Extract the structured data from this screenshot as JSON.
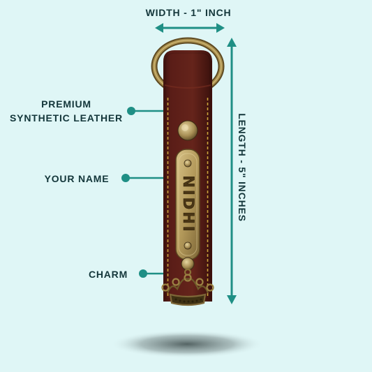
{
  "dimensions": {
    "width_label": "WIDTH - 1\" INCH",
    "length_label": "LENGTH - 5\" INCHES"
  },
  "callouts": {
    "premium_line1": "PREMIUM",
    "premium_line2": "SYNTHETIC LEATHER",
    "name": "YOUR NAME",
    "charm": "CHARM"
  },
  "product": {
    "engraved_name": "NIDHI",
    "leather_color": "#5a1d17",
    "stitch_color": "#c9a43a",
    "brass_color": "#b3995a"
  },
  "colors": {
    "background": "#dff6f6",
    "accent": "#1f8f85",
    "text": "#13363a"
  }
}
